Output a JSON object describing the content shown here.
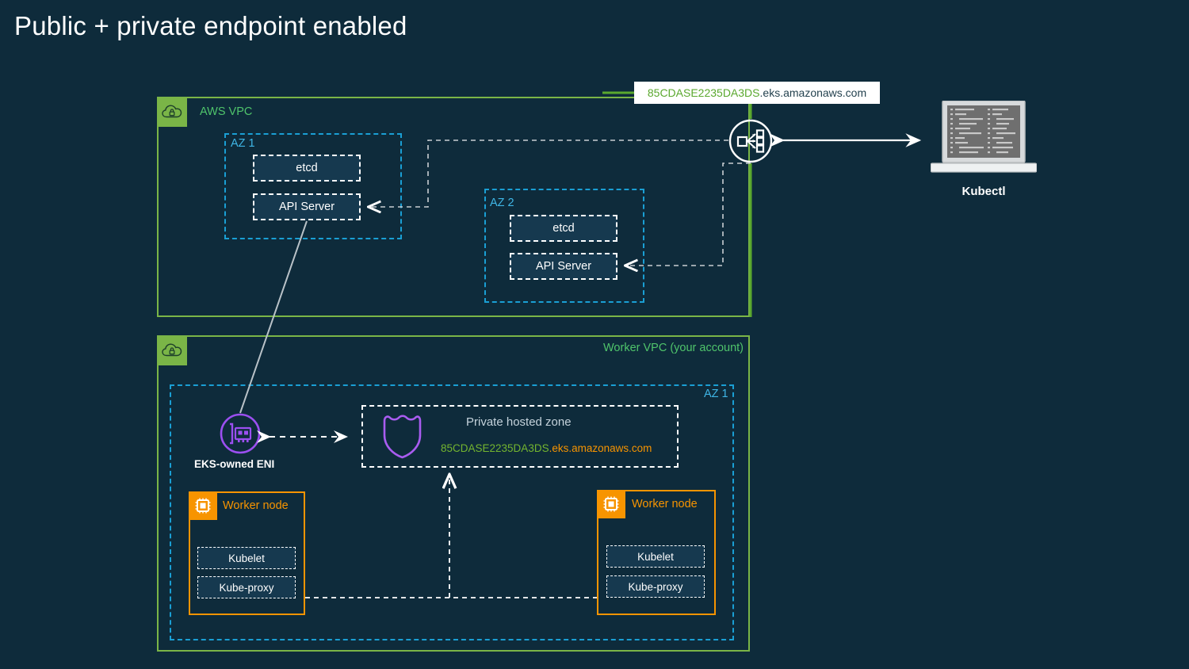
{
  "title": "Public + private endpoint enabled",
  "colors": {
    "background": "#0e2b3b",
    "vpc_green": "#7ab547",
    "vpc_label_green": "#4fc46b",
    "az_cyan": "#1a9fd4",
    "node_orange": "#f79400",
    "box_fill": "#16394f",
    "white": "#ffffff",
    "eni_purple": "#9b4ff0",
    "phz_purple": "#a95cf0"
  },
  "aws_vpc": {
    "label": "AWS VPC",
    "badge_icon": "cloud-lock-icon",
    "az1": {
      "label": "AZ 1",
      "components": [
        {
          "label": "etcd"
        },
        {
          "label": "API Server"
        }
      ]
    },
    "az2": {
      "label": "AZ 2",
      "components": [
        {
          "label": "etcd"
        },
        {
          "label": "API Server"
        }
      ]
    }
  },
  "endpoint": {
    "id": "85CDASE2235DA3DS",
    "domain": ".eks.amazonaws.com",
    "full": "85CDASE2235DA3DS.eks.amazonaws.com",
    "icon": "network-endpoint-icon"
  },
  "kubectl": {
    "label": "Kubectl",
    "icon": "laptop-terminal-icon"
  },
  "worker_vpc": {
    "label": "Worker VPC (your account)",
    "badge_icon": "cloud-lock-icon",
    "az1": {
      "label": "AZ 1"
    },
    "eni": {
      "label": "EKS-owned ENI",
      "icon": "network-interface-icon"
    },
    "private_hosted_zone": {
      "title": "Private hosted zone",
      "icon": "route53-shield-icon",
      "domain_id": "85CDASE2235DA3DS",
      "domain_suffix": ".eks.amazonaws.com"
    },
    "worker_nodes": [
      {
        "label": "Worker node",
        "icon": "ec2-chip-icon",
        "components": [
          {
            "label": "Kubelet"
          },
          {
            "label": "Kube-proxy"
          }
        ]
      },
      {
        "label": "Worker node",
        "icon": "ec2-chip-icon",
        "components": [
          {
            "label": "Kubelet"
          },
          {
            "label": "Kube-proxy"
          }
        ]
      }
    ]
  }
}
